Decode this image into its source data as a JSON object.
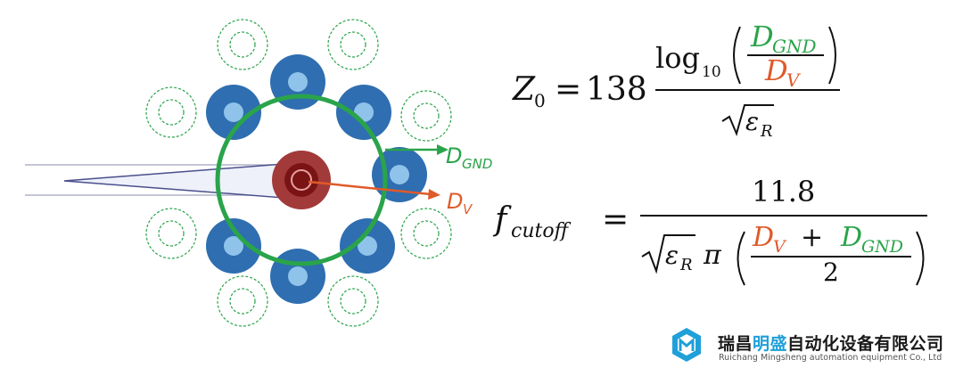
{
  "colors": {
    "ground_pin": "#2f6eb0",
    "ground_pin_inner": "#8fc3ea",
    "ring": "#2aa44a",
    "signal_outer": "#a23a3a",
    "signal_inner": "#7a1414",
    "dgnd": "#2aa44a",
    "dv": "#e05a2a",
    "logo": "#1fa0d8"
  },
  "labels": {
    "d_gnd": {
      "main": "D",
      "sub": "GND"
    },
    "d_v": {
      "main": "D",
      "sub": "V"
    }
  },
  "equation_z0": {
    "lhs": "Z",
    "lhs_sub": "0",
    "equals": "=",
    "constant": "138",
    "log": "log",
    "log_base": "10",
    "num_main": "D",
    "num_sub": "GND",
    "den_main": "D",
    "den_sub": "V",
    "epsilon": "ε",
    "epsilon_sub": "R"
  },
  "equation_fcutoff": {
    "lhs": "f",
    "lhs_sub": "cutoff",
    "equals": "=",
    "numerator": "11.8",
    "epsilon": "ε",
    "epsilon_sub": "R",
    "pi": "π",
    "dv_main": "D",
    "dv_sub": "V",
    "plus": "+",
    "dgnd_main": "D",
    "dgnd_sub": "GND",
    "two": "2"
  },
  "company": {
    "name_part1": "瑞昌",
    "name_highlight": "明盛",
    "name_part2": "自动化设备有限公司",
    "subtitle": "Ruichang Mingsheng automation equipment Co., Ltd"
  }
}
